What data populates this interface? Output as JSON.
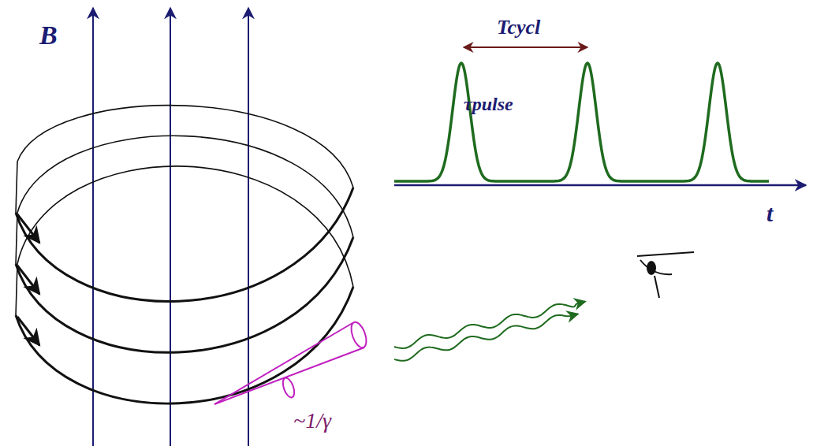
{
  "diagram": {
    "labels": [
      "B",
      "Tcycl",
      "τpulse",
      "t",
      "~1/γ"
    ]
  }
}
